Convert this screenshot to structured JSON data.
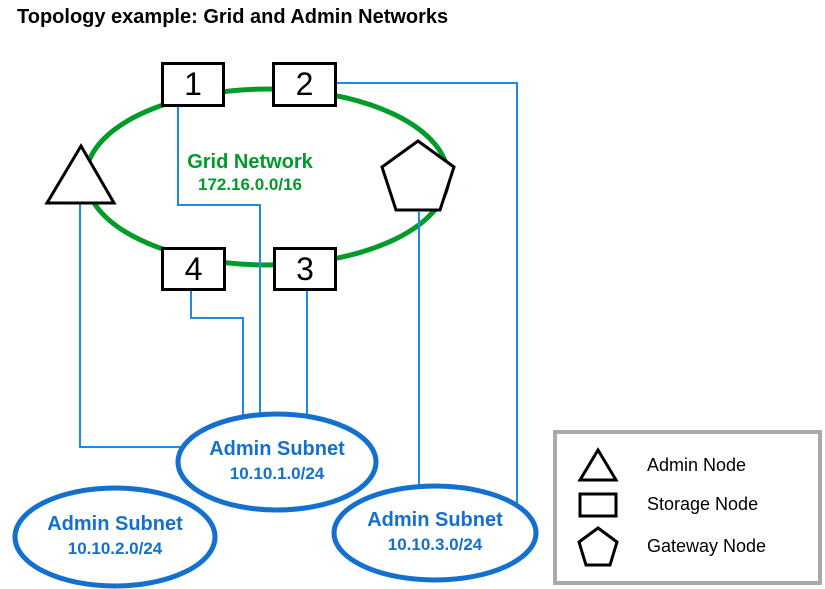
{
  "title": "Topology example: Grid and Admin Networks",
  "grid_network": {
    "name": "Grid Network",
    "cidr": "172.16.0.0/16"
  },
  "storage_nodes": [
    {
      "label": "1"
    },
    {
      "label": "2"
    },
    {
      "label": "3"
    },
    {
      "label": "4"
    }
  ],
  "admin_subnets": [
    {
      "name": "Admin Subnet",
      "cidr": "10.10.1.0/24"
    },
    {
      "name": "Admin Subnet",
      "cidr": "10.10.2.0/24"
    },
    {
      "name": "Admin Subnet",
      "cidr": "10.10.3.0/24"
    }
  ],
  "legend": {
    "items": [
      {
        "icon": "admin-node-icon",
        "label": "Admin Node"
      },
      {
        "icon": "storage-node-icon",
        "label": "Storage Node"
      },
      {
        "icon": "gateway-node-icon",
        "label": "Gateway Node"
      }
    ]
  },
  "connections": [
    {
      "from": "storage-node-1",
      "to": "admin-subnet-10.10.1.0/24"
    },
    {
      "from": "storage-node-4",
      "to": "admin-subnet-10.10.1.0/24"
    },
    {
      "from": "storage-node-3",
      "to": "admin-subnet-10.10.1.0/24"
    },
    {
      "from": "admin-node",
      "to": "admin-subnet-10.10.1.0/24"
    },
    {
      "from": "storage-node-2",
      "to": "admin-subnet-10.10.3.0/24"
    },
    {
      "from": "gateway-node",
      "to": "admin-subnet-10.10.3.0/24"
    }
  ],
  "colors": {
    "grid_green": "#009B29",
    "subnet_blue": "#1470CE",
    "connector_blue": "#2089E5",
    "legend_border_gray": "#A9A9A9",
    "shape_black": "#000000"
  }
}
